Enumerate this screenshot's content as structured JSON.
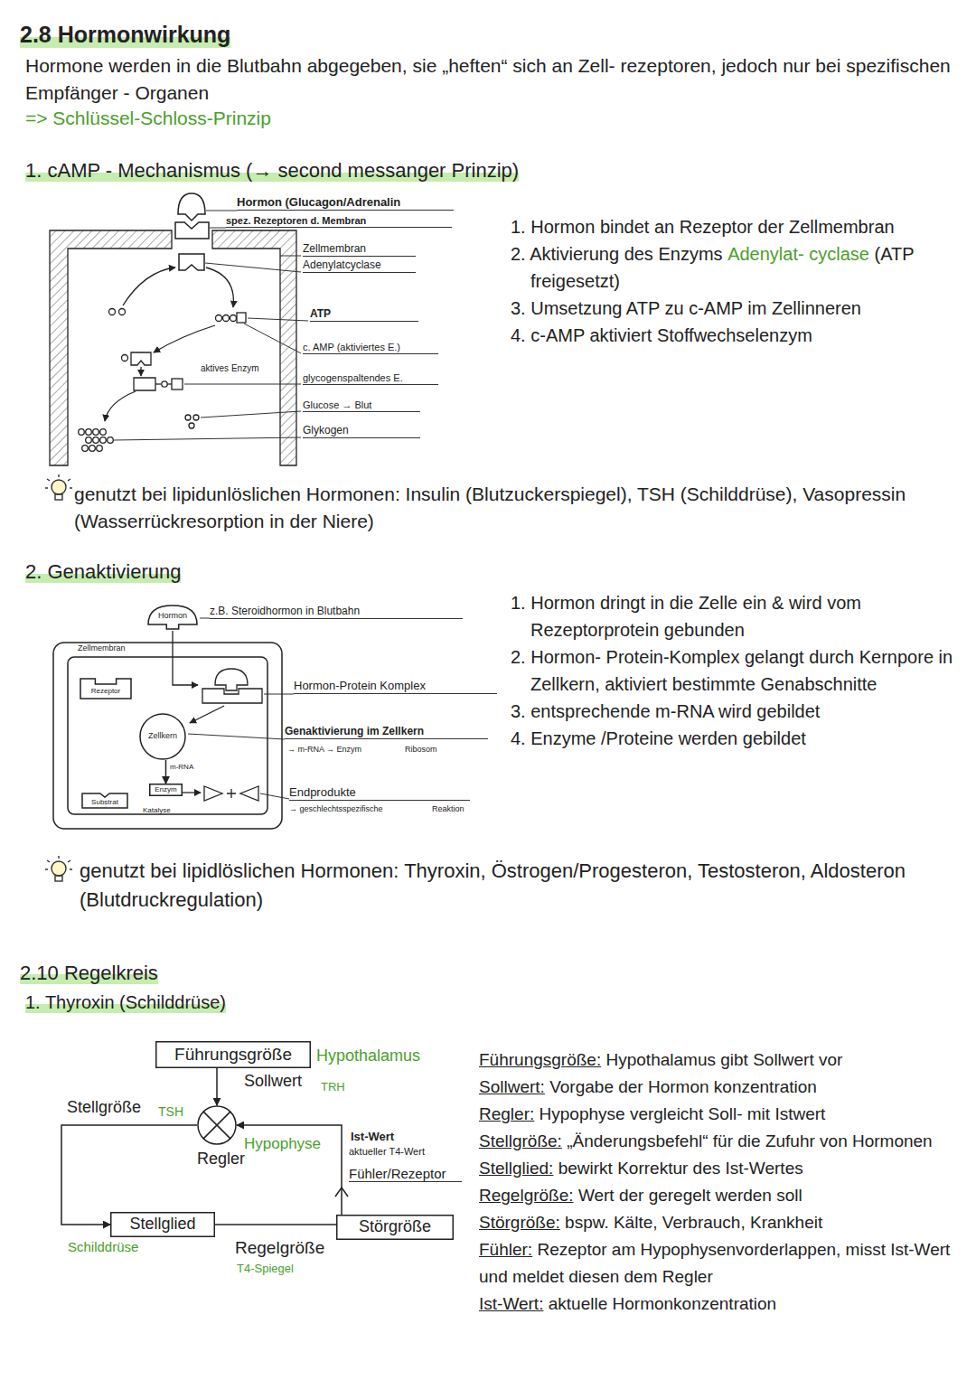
{
  "diagram": {
    "title": "2.8 Hormonwirkung",
    "nodes": [
      {
        "text": [
          "Hormon"
        ]
      },
      {
        "text": [
          "Zellmembran"
        ]
      },
      {
        "text": [
          "Rezeptor"
        ],
        "in": 1
      },
      {
        "text": [
          "Zellkern"
        ],
        "in": 1
      },
      {
        "text": [
          "Enzym"
        ],
        "in": 1
      },
      {
        "text": [
          "Substrat"
        ],
        "in": 1
      },
      {
        "text": [
          "Führungsgröße",
          "Hypothalamus"
        ]
      },
      {
        "text": [
          "Hypophyse",
          "Regler"
        ]
      },
      {
        "text": [
          "Stellglied",
          "Schilddrüse"
        ]
      },
      {
        "text": [
          "Störgröße"
        ]
      }
    ],
    "edges": [
      {
        "from": 3,
        "to": 4,
        "label": "m-RNA",
        "arrow": "to"
      },
      {
        "from": 6,
        "to": 7,
        "label": "Sollwert",
        "arrow": "to"
      },
      {
        "from": 7,
        "to": 8,
        "label": "Stellgröße",
        "arrow": "to"
      },
      {
        "from": 8,
        "to": 9,
        "label": "Regelgröße",
        "arrow": "none"
      },
      {
        "from": 9,
        "to": 7,
        "label": "Ist-Wert",
        "arrow": "to"
      }
    ],
    "labels": [
      "Hormone werden in die Blutbahn abgegeben, sie „heften“ sich an Zell- rezeptoren, jedoch nur bei spezifischen Empfänger - Organen",
      "=> Schlüssel-Schloss-Prinzip",
      "1. cAMP - Mechanismus (→ second messanger Prinzip)",
      "Hormon (Glucagon/Adrenalin",
      "spez. Rezeptoren d. Membran",
      "Zellmembran",
      "Adenylatcyclase",
      "ATP",
      "c. AMP (aktiviertes E.)",
      "aktives Enzym",
      "glycogenspaltendes E.",
      "Glucose → Blut",
      "Glykogen",
      "1. Hormon bindet an Rezeptor der Zellmembran",
      "2. Aktivierung des Enzyms",
      "Adenylat- cyclase",
      "(ATP freigesetzt)",
      "3. Umsetzung ATP zu c-AMP im Zellinneren",
      "4. c-AMP aktiviert Stoffwechselenzym",
      "genutzt bei lipidunlöslichen Hormonen: Insulin (Blutzuckerspiegel), TSH (Schilddrüse), Vasopressin (Wasserrückresorption in der Niere)",
      "2. Genaktivierung",
      "z.B. Steroidhormon in Blutbahn",
      "Hormon-Protein Komplex",
      "Genaktivierung im Zellkern",
      "→ m-RNA → Enzym",
      "Ribosom",
      "Katalyse",
      "Endprodukte",
      "→ geschlechtsspezifische",
      "Reaktion",
      "1. Hormon dringt in die Zelle ein & wird vom Rezeptorprotein gebunden",
      "2. Hormon- Protein-Komplex gelangt durch Kernpore in Zellkern, aktiviert bestimmte Genabschnitte",
      "3. entsprechende m-RNA wird gebildet",
      "4. Enzyme /Proteine werden gebildet",
      "genutzt bei lipidlöslichen Hormonen: Thyroxin, Östrogen/Progesteron, Testosteron, Aldosteron (Blutdruckregulation)",
      "2.10 Regelkreis",
      "1. Thyroxin (Schilddrüse)",
      "TRH",
      "TSH",
      "aktueller T4-Wert",
      "Fühler/Rezeptor",
      "T4-Spiegel",
      "Führungsgröße:",
      "Hypothalamus gibt Sollwert vor",
      "Sollwert:",
      "Vorgabe der Hormon konzentration",
      "Regler:",
      "Hypophyse vergleicht Soll- mit Istwert",
      "Stellgröße:",
      "„Änderungsbefehl“ für die Zufuhr von Hormonen",
      "Stellglied:",
      "bewirkt Korrektur des Ist-Wertes",
      "Regelgröße:",
      "Wert der geregelt werden soll",
      "Störgröße:",
      "bspw. Kälte, Verbrauch, Krankheit",
      "Fühler:",
      "Rezeptor am Hypophysenvorderlappen, misst Ist-Wert und meldet diesen dem Regler",
      "Ist-Wert:",
      "aktuelle Hormonkonzentration"
    ]
  }
}
